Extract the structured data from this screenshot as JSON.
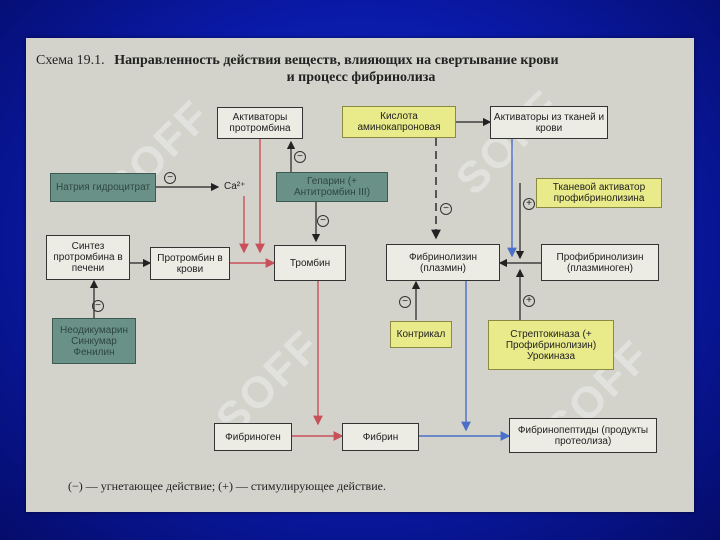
{
  "title": {
    "number": "Схема 19.1.",
    "line1": "Направленность действия веществ, влияющих на свертывание крови",
    "line2": "и процесс фибринолиза"
  },
  "nodes": {
    "activators_prothrombin": "Активаторы протромбина",
    "sodium_citrate": "Натрия гидроцитрат",
    "calcium": "Ca²⁺",
    "heparin": "Гепарин (+ Антитромбин III)",
    "synthesis_prothrombin": "Синтез протромбина в печени",
    "prothrombin_blood": "Протромбин в крови",
    "thrombin": "Тромбин",
    "anticoagulants": "Неодикумарин Синкумар Фенилин",
    "aminocaproic_acid": "Кислота аминокапроновая",
    "activators_tissue": "Активаторы из тканей и крови",
    "tissue_activator": "Тканевой активатор профибринолизина",
    "fibrinolysin": "Фибринолизин (плазмин)",
    "profibrinolysin": "Профибринолизин (плазминоген)",
    "contrycal": "Контрикал",
    "streptokinase": "Стрептокиназа (+ Профибринолизин) Урокиназа",
    "fibrinogen": "Фибриноген",
    "fibrin": "Фибрин",
    "fibrinopeptides": "Фибринопептиды (продукты протеолиза)"
  },
  "signs": {
    "minus": "−",
    "plus": "+"
  },
  "footer": "(−) — угнетающее действие; (+) — стимулирующее действие.",
  "watermark": "SOFF",
  "colors": {
    "background_blue": "#0a1aa8",
    "paper": "#d3d3cc",
    "teal_box": "#6a9187",
    "yellow_box": "#e9ea8a",
    "red_arrow": "#c8505a",
    "blue_arrow": "#4a6fc8"
  }
}
